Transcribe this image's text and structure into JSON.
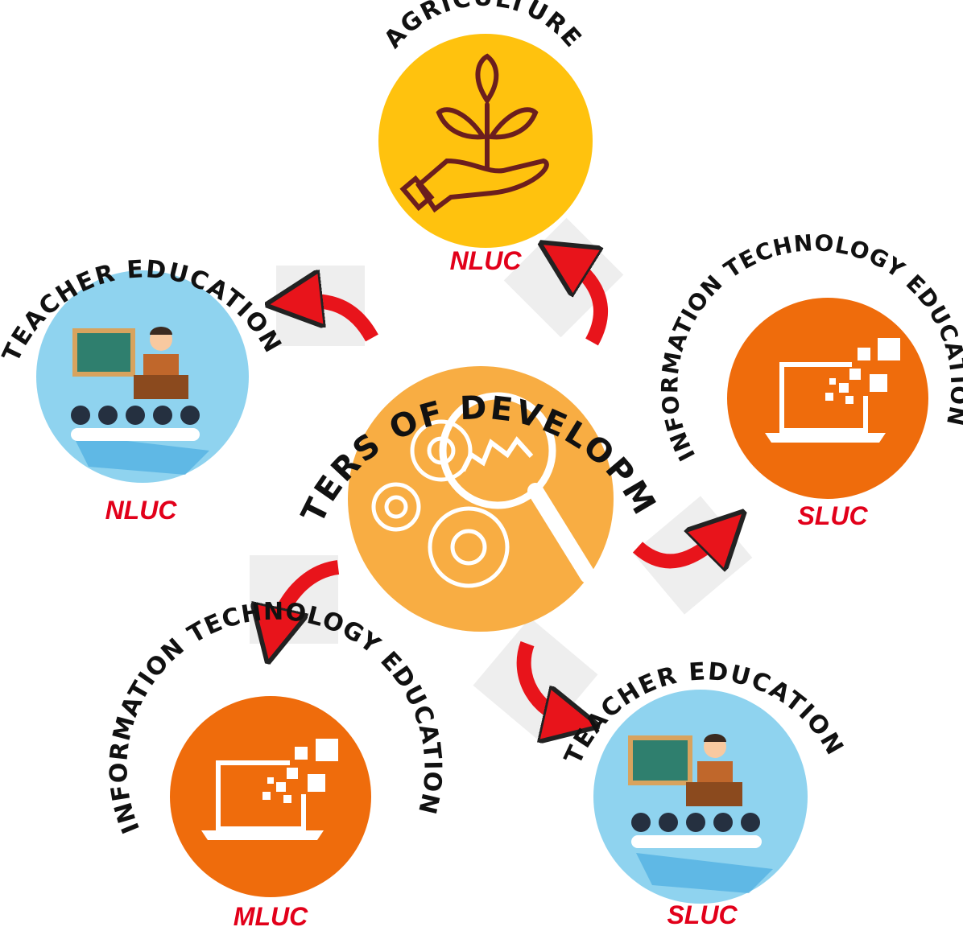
{
  "center": {
    "title": "CENTERS OF DEVELOPMENT",
    "icon": "gears-magnifier-icon",
    "color": "#f8ad43"
  },
  "nodes": [
    {
      "id": "agri",
      "title": "AGRICULTURE",
      "campus": "NLUC",
      "icon": "plant-in-hand-icon",
      "color": "#ffc20e"
    },
    {
      "id": "te_nluc",
      "title": "TEACHER EDUCATION",
      "campus": "NLUC",
      "icon": "teacher-classroom-icon",
      "color": "#8fd3ef"
    },
    {
      "id": "ite_sluc",
      "title": "INFORMATION TECHNOLOGY EDUCATION",
      "campus": "SLUC",
      "icon": "laptop-pixels-icon",
      "color": "#ef6c0c"
    },
    {
      "id": "ite_mluc",
      "title": "INFORMATION TECHNOLOGY EDUCATION",
      "campus": "MLUC",
      "icon": "laptop-pixels-icon",
      "color": "#ef6c0c"
    },
    {
      "id": "te_sluc",
      "title": "TEACHER EDUCATION",
      "campus": "SLUC",
      "icon": "teacher-classroom-icon",
      "color": "#8fd3ef"
    }
  ],
  "arrow_color": "#e8141b"
}
